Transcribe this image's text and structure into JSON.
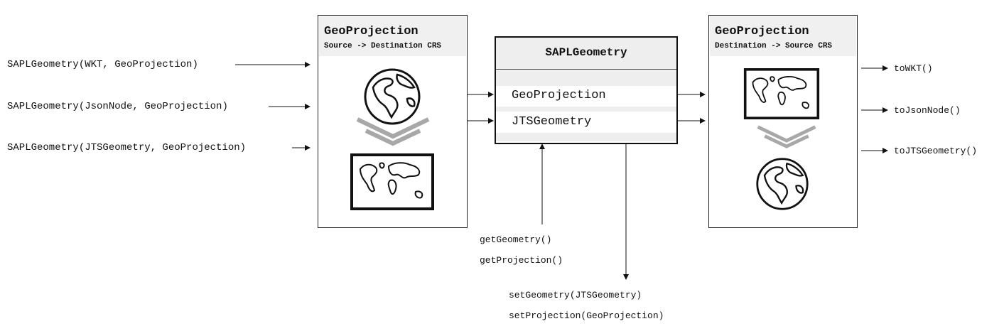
{
  "constructors": [
    "SAPLGeometry(WKT, GeoProjection)",
    "SAPLGeometry(JsonNode, GeoProjection)",
    "SAPLGeometry(JTSGeometry, GeoProjection)"
  ],
  "left_projection": {
    "title": "GeoProjection",
    "subtitle": "Source -> Destination CRS"
  },
  "sapl_geometry": {
    "title": "SAPLGeometry",
    "fields": [
      "GeoProjection",
      "JTSGeometry"
    ]
  },
  "right_projection": {
    "title": "GeoProjection",
    "subtitle": "Destination -> Source CRS"
  },
  "outputs": [
    "toWKT()",
    "toJsonNode()",
    "toJTSGeometry()"
  ],
  "getters": [
    "getGeometry()",
    "getProjection()"
  ],
  "setters": [
    "setGeometry(JTSGeometry)",
    "setProjection(GeoProjection)"
  ],
  "icons": [
    "globe-icon",
    "world-map-icon",
    "chevron-down-icon"
  ]
}
